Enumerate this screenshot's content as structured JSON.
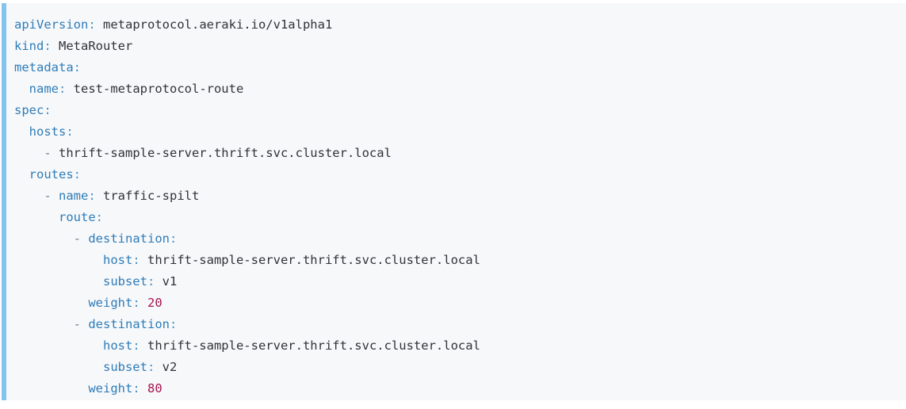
{
  "document": {
    "type": "yaml-code-block",
    "language": "yaml",
    "accent_color": "#85c3ef",
    "background_color": "#f7f8fa",
    "key_color": "#2e7cb8",
    "value_color": "#2f3337",
    "number_color": "#a3164f",
    "dash_color": "#6b7f90",
    "lines": [
      {
        "indent": "",
        "dash": "",
        "key": "apiVersion",
        "colon": ":",
        "value": " metaprotocol.aeraki.io/v1alpha1",
        "value_type": "string"
      },
      {
        "indent": "",
        "dash": "",
        "key": "kind",
        "colon": ":",
        "value": " MetaRouter",
        "value_type": "string"
      },
      {
        "indent": "",
        "dash": "",
        "key": "metadata",
        "colon": ":",
        "value": "",
        "value_type": "none"
      },
      {
        "indent": "  ",
        "dash": "",
        "key": "name",
        "colon": ":",
        "value": " test-metaprotocol-route",
        "value_type": "string"
      },
      {
        "indent": "",
        "dash": "",
        "key": "spec",
        "colon": ":",
        "value": "",
        "value_type": "none"
      },
      {
        "indent": "  ",
        "dash": "",
        "key": "hosts",
        "colon": ":",
        "value": "",
        "value_type": "none"
      },
      {
        "indent": "    ",
        "dash": "- ",
        "key": "",
        "colon": "",
        "value": "thrift-sample-server.thrift.svc.cluster.local",
        "value_type": "string"
      },
      {
        "indent": "  ",
        "dash": "",
        "key": "routes",
        "colon": ":",
        "value": "",
        "value_type": "none"
      },
      {
        "indent": "    ",
        "dash": "- ",
        "key": "name",
        "colon": ":",
        "value": " traffic-spilt",
        "value_type": "string"
      },
      {
        "indent": "      ",
        "dash": "",
        "key": "route",
        "colon": ":",
        "value": "",
        "value_type": "none"
      },
      {
        "indent": "        ",
        "dash": "- ",
        "key": "destination",
        "colon": ":",
        "value": "",
        "value_type": "none"
      },
      {
        "indent": "            ",
        "dash": "",
        "key": "host",
        "colon": ":",
        "value": " thrift-sample-server.thrift.svc.cluster.local",
        "value_type": "string"
      },
      {
        "indent": "            ",
        "dash": "",
        "key": "subset",
        "colon": ":",
        "value": " v1",
        "value_type": "string"
      },
      {
        "indent": "          ",
        "dash": "",
        "key": "weight",
        "colon": ":",
        "value": " 20",
        "value_type": "number"
      },
      {
        "indent": "        ",
        "dash": "- ",
        "key": "destination",
        "colon": ":",
        "value": "",
        "value_type": "none"
      },
      {
        "indent": "            ",
        "dash": "",
        "key": "host",
        "colon": ":",
        "value": " thrift-sample-server.thrift.svc.cluster.local",
        "value_type": "string"
      },
      {
        "indent": "            ",
        "dash": "",
        "key": "subset",
        "colon": ":",
        "value": " v2",
        "value_type": "string"
      },
      {
        "indent": "          ",
        "dash": "",
        "key": "weight",
        "colon": ":",
        "value": " 80",
        "value_type": "number"
      }
    ]
  }
}
